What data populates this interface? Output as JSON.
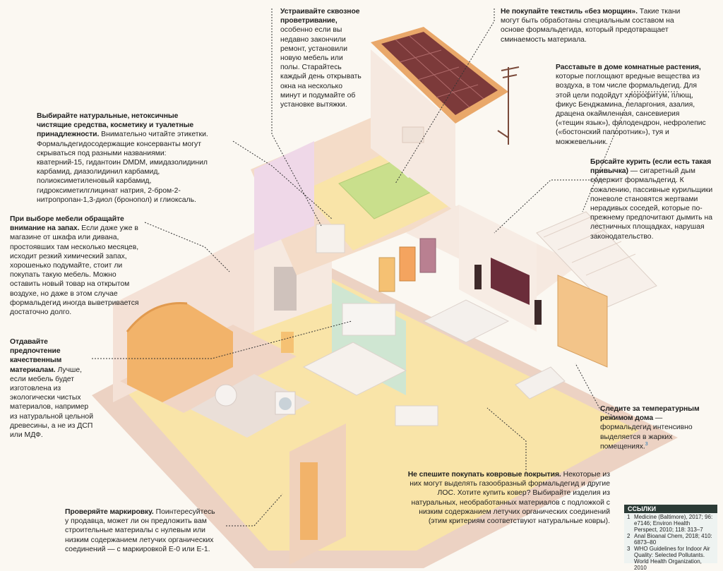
{
  "notes": [
    {
      "id": "ventilation",
      "bold": "Устраивайте сквозное проветривание,",
      "text": " особенно если вы недавно закончили ремонт, установили новую мебель или полы. Старайтесь каждый день открывать окна на несколько минут и подумайте об установке вытяжки."
    },
    {
      "id": "textile",
      "bold": "Не покупайте текстиль «без морщин».",
      "text": " Такие ткани могут быть обработаны специальным составом на основе формальдегида, который предотвращает сминаемость материала."
    },
    {
      "id": "plants",
      "bold": "Расставьте в доме комнатные растения,",
      "text": " которые поглощают вредные вещества из воздуха, в том числе формальдегид. Для этой цели подойдут хлорофитум, плющ, фикус Бенджамина, пеларгония, азалия, драцена окаймленная, сансевиерия («тещин язык»), филодендрон, нефролепис («бостонский папоротник»), туя и можжевельник."
    },
    {
      "id": "cleaning",
      "bold": "Выбирайте натуральные, нетоксичные чистящие средства, косметику и туалетные принадлежности.",
      "text": " Внимательно читайте этикетки. Формальдегидосодержащие консерванты могут скрываться под разными названиями: кватерний-15, гидантоин DMDM, имидазолидинил карбамид, диазолидинил карбамид, полиоксиметиленовый карбамид, гидроксиметилглицинат натрия, 2-бром-2-нитропропан-1,3-диол (бронопол) и глиоксаль."
    },
    {
      "id": "smoking",
      "bold": "Бросайте курить (если есть такая привычка)",
      "text": " — сигаретный дым содержит формальдегид. К сожалению, пассивные курильщики поневоле становятся жертвами нерадивых соседей, которые по-прежнему предпочитают дымить на лестничных площадках, нарушая законодательство."
    },
    {
      "id": "furniture",
      "bold": "При выборе мебели обращайте внимание на запах.",
      "text": " Если даже уже в магазине от шкафа или дивана, простоявших там несколько месяцев, исходит резкий химический запах, хорошенько подумайте, стоит ли покупать такую мебель. Можно оставить новый товар на открытом воздухе, но даже в этом случае формальдегид иногда выветривается достаточно долго."
    },
    {
      "id": "quality",
      "bold": "Отдавайте предпочтение качественным материалам.",
      "text": " Лучше, если мебель будет изготовлена из экологически чистых материалов, например из натуральной цельной древесины, а не из ДСП или МДФ."
    },
    {
      "id": "temperature",
      "bold": "Следите за температурным режимом дома",
      "text": " — формальдегид интенсивно выделяется в жарких помещениях.",
      "sup": "3"
    },
    {
      "id": "carpets",
      "bold": "Не спешите покупать ковровые покрытия.",
      "text": " Некоторые из них могут выделять газообразный формальдегид и другие ЛОС. Хотите купить ковер? Выбирайте изделия из натуральных, необработанных материалов с подложкой с низким содержанием летучих органических соединений (этим критериям соответствуют натуральные ковры)."
    },
    {
      "id": "labeling",
      "bold": "Проверяйте маркировку.",
      "text": " Поинтересуйтесь у продавца, может ли он предложить вам строительные материалы с нулевым или низким содержанием летучих органических соединений — с маркировкой Е-0 или Е-1."
    }
  ],
  "references": {
    "title": "ССЫЛКИ",
    "items": [
      {
        "num": "1",
        "text": "Medicine (Baltimore), 2017; 96: e7146; Environ Health Perspect, 2010; 118: 313–7"
      },
      {
        "num": "2",
        "text": "Anal Bioanal Chem, 2018; 410: 6873–80"
      },
      {
        "num": "3",
        "text": "WHO Guidelines for Indoor Air Quality: Selected Pollutants. World Health Organization, 2010"
      }
    ]
  },
  "colors": {
    "wall_light": "#f6e9e0",
    "wall_mid": "#ecd2c3",
    "floor": "#f9e4a8",
    "roof_edge": "#e9a86a",
    "solar": "#7c3a3a",
    "bed": "#c9df8c",
    "accent_orange": "#f2b36a",
    "kitchen_green": "#cfe6d2",
    "ref_header": "#2b3b36"
  },
  "icons": [
    "solar-panel",
    "tv-antenna",
    "leader-line"
  ]
}
